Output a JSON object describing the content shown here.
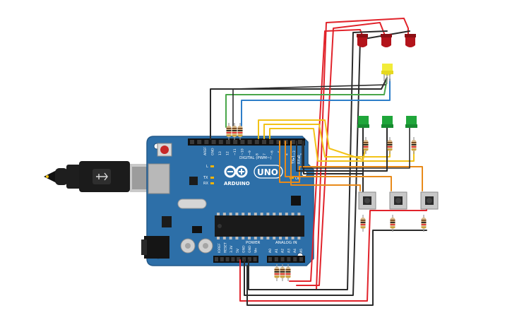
{
  "board": {
    "model": "UNO",
    "brand": "ARDUINO",
    "digital_header_label": "DIGITAL (PWM~)",
    "power_label": "POWER",
    "analog_label": "ANALOG IN",
    "on_label": "ON",
    "led_l_label": "L",
    "tx_label": "TX",
    "rx_label": "RX",
    "tx_pin_label": "TX▸1",
    "rx_pin_label": "RX◂0",
    "digital_pins": [
      "AREF",
      "GND",
      "13",
      "12",
      "~11",
      "~10",
      "~9",
      "8",
      "7",
      "~6",
      "~5",
      "4",
      "~3",
      "2"
    ],
    "power_pins": [
      "IOREF",
      "RESET",
      "3.3V",
      "5V",
      "GND",
      "GND",
      "Vin"
    ],
    "analog_pins": [
      "A0",
      "A1",
      "A2",
      "A3",
      "A4",
      "A5"
    ]
  },
  "colors": {
    "board": "#2d6fa8",
    "wire_red": "#e1232b",
    "wire_black": "#2b2b2b",
    "wire_green": "#49a64a",
    "wire_blue": "#2e7ec9",
    "wire_yellow": "#f2c318",
    "wire_orange": "#e88a1a",
    "led_red": "#b3141b",
    "led_green": "#1fa63a",
    "led_yellow": "#f2ec3a"
  },
  "components": {
    "leds_red": 3,
    "led_yellow": 1,
    "leds_green": 3,
    "pushbuttons": 3,
    "usb_connector": "usb-b-plug-icon"
  }
}
